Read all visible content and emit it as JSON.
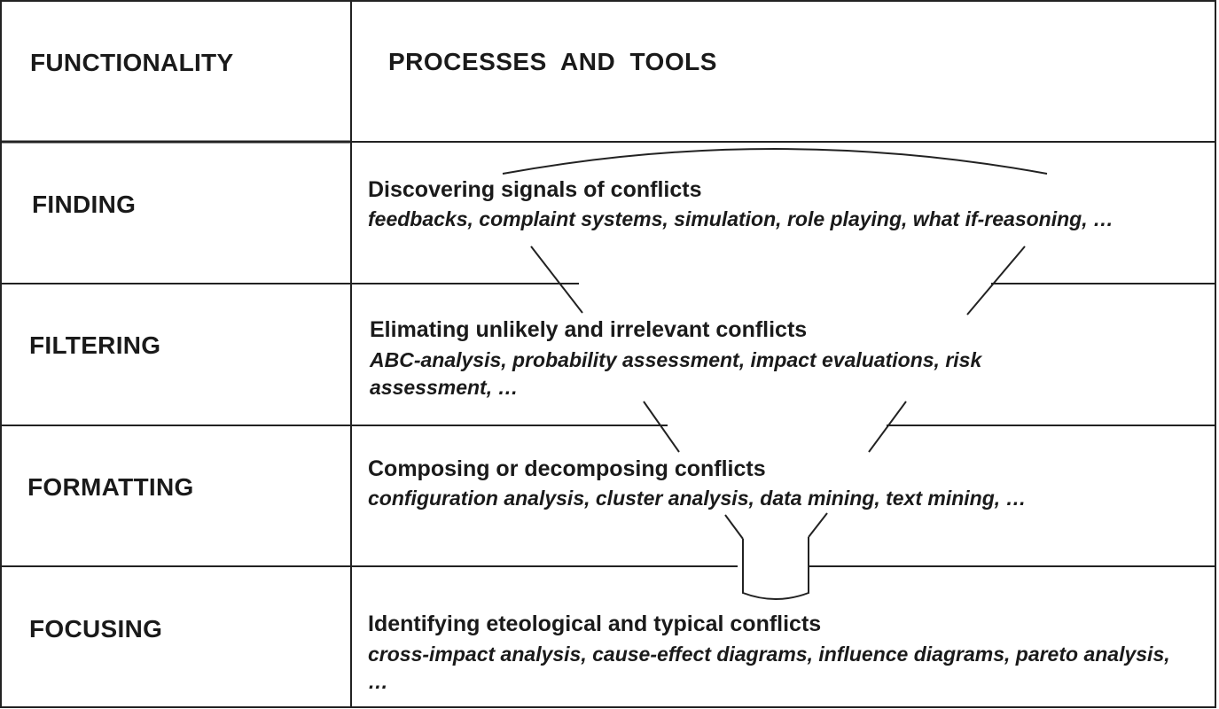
{
  "header": {
    "left": "FUNCTIONALITY",
    "right": "PROCESSES  AND  TOOLS"
  },
  "rows": [
    {
      "functionality": "FINDING",
      "process": "Discovering signals of conflicts",
      "tools": "feedbacks, complaint systems, simulation, role playing, what if-reasoning, …"
    },
    {
      "functionality": "FILTERING",
      "process": "Elimating unlikely and irrelevant conflicts",
      "tools": "ABC-analysis, probability assessment, impact evaluations, risk assessment, …"
    },
    {
      "functionality": "FORMATTING",
      "process": "Composing or decomposing conflicts",
      "tools": "configuration analysis, cluster analysis, data mining, text mining, …"
    },
    {
      "functionality": "FOCUSING",
      "process": "Identifying eteological and typical conflicts",
      "tools": "cross-impact analysis, cause-effect diagrams, influence diagrams, pareto analysis, …"
    }
  ]
}
